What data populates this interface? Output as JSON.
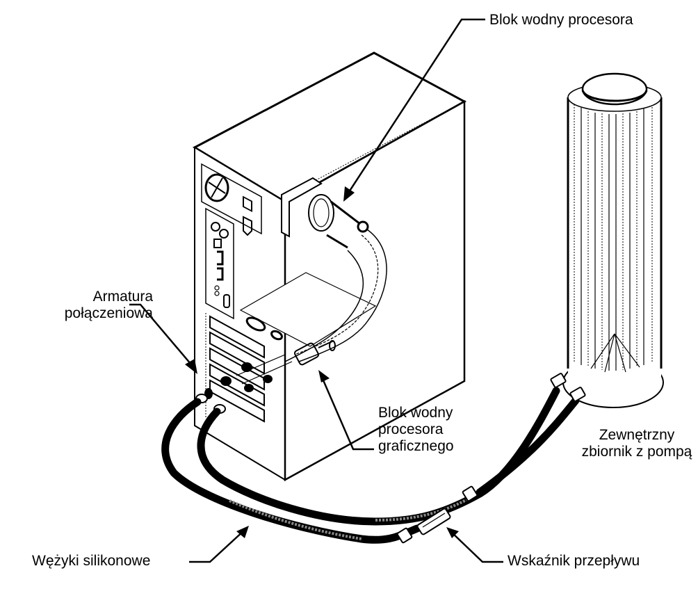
{
  "diagram": {
    "title": "Water cooling system components",
    "labels": {
      "cpu_block": "Blok wodny procesora",
      "fittings": "Armatura\npołączeniowa",
      "gpu_block": "Blok wodny\nprocesora\ngraficznego",
      "reservoir": "Zewnętrzny\nzbiornik z pompą",
      "tubes": "Wężyki silikonowe",
      "flow_indicator": "Wskaźnik przepływu"
    },
    "components": [
      "pc-tower-case",
      "cpu-water-block",
      "gpu-water-block",
      "connection-fittings",
      "silicone-tubes",
      "flow-indicator",
      "external-reservoir-with-pump"
    ],
    "colors": {
      "ink": "#000000",
      "background": "#ffffff"
    }
  }
}
